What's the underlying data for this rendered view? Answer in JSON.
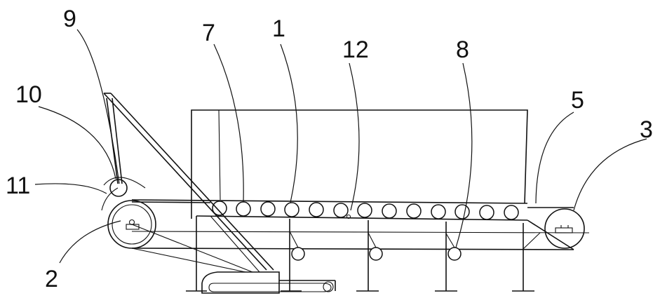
{
  "labels": {
    "l1": "1",
    "l2": "2",
    "l3": "3",
    "l5": "5",
    "l7": "7",
    "l8": "8",
    "l9": "9",
    "l10": "10",
    "l11": "11",
    "l12": "12"
  },
  "colors": {
    "line": "#111111",
    "background": "#ffffff"
  }
}
